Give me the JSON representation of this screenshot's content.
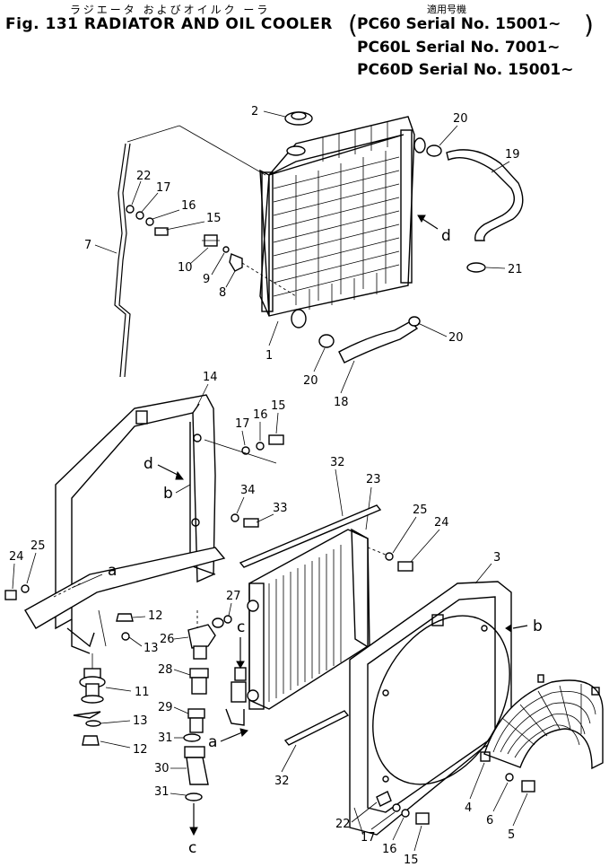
{
  "header": {
    "japanese_title": "ラジエータ およびオイルク ーラ",
    "japanese_applicable": "適用号機",
    "figure_title": "Fig. 131 RADIATOR AND OIL COOLER",
    "serials": [
      "PC60   Serial No. 15001~",
      "PC60L  Serial No. 7001~",
      "PC60D  Serial No. 15001~"
    ]
  },
  "callouts": {
    "n1": "1",
    "n2": "2",
    "n3": "3",
    "n4": "4",
    "n5": "5",
    "n6": "6",
    "n7": "7",
    "n8": "8",
    "n9": "9",
    "n10": "10",
    "n11": "11",
    "n12a": "12",
    "n12b": "12",
    "n13a": "13",
    "n13b": "13",
    "n14": "14",
    "n15a": "15",
    "n15b": "15",
    "n15c": "15",
    "n16a": "16",
    "n16b": "16",
    "n16c": "16",
    "n17a": "17",
    "n17b": "17",
    "n17c": "17",
    "n18": "18",
    "n19": "19",
    "n20a": "20",
    "n20b": "20",
    "n20c": "20",
    "n21": "21",
    "n22a": "22",
    "n22b": "22",
    "n23": "23",
    "n24a": "24",
    "n24b": "24",
    "n25a": "25",
    "n25b": "25",
    "n26": "26",
    "n27": "27",
    "n28": "28",
    "n29": "29",
    "n30": "30",
    "n31a": "31",
    "n31b": "31",
    "n32a": "32",
    "n32b": "32",
    "n33": "33",
    "n34": "34"
  },
  "refs": {
    "a1": "a",
    "a2": "a",
    "b1": "b",
    "b2": "b",
    "c1": "c",
    "c2": "c",
    "d1": "d",
    "d2": "d"
  }
}
